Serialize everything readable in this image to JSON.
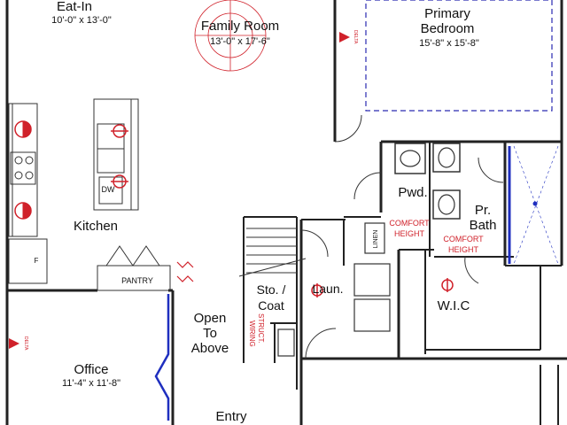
{
  "rooms": {
    "eat_in": {
      "name": "Eat-In",
      "dims": "10'-0\" x 13'-0\""
    },
    "family_room": {
      "name": "Family Room",
      "dims": "13'-0\" x 17'-6\""
    },
    "primary_bedroom": {
      "name_line1": "Primary",
      "name_line2": "Bedroom",
      "dims": "15'-8\" x 15'-8\""
    },
    "kitchen": {
      "name": "Kitchen"
    },
    "pantry": {
      "name": "PANTRY"
    },
    "pwd": {
      "name": "Pwd."
    },
    "pr_bath": {
      "name_line1": "Pr.",
      "name_line2": "Bath"
    },
    "sto_coat": {
      "name_line1": "Sto. /",
      "name_line2": "Coat"
    },
    "laun": {
      "name": "Laun."
    },
    "wic": {
      "name": "W.I.C"
    },
    "open_to_above": {
      "line1": "Open",
      "line2": "To",
      "line3": "Above"
    },
    "office": {
      "name": "Office",
      "dims": "11'-4\" x 11'-8\""
    },
    "entry": {
      "name": "Entry"
    }
  },
  "fixtures": {
    "dw": "DW",
    "f": "F",
    "linen": "LINEN"
  },
  "notes": {
    "comfort_height_1_l1": "COMFORT",
    "comfort_height_1_l2": "HEIGHT",
    "comfort_height_2_l1": "COMFORT",
    "comfort_height_2_l2": "HEIGHT",
    "struct_wiring_l1": "STRUCT.",
    "struct_wiring_l2": "WIRING",
    "delta_1": "DELTA",
    "delta_2": "DELTA"
  },
  "colors": {
    "wall": "#222222",
    "electrical": "#d0212a",
    "glass": "#1f2fbf",
    "dashed": "#2a2ab0"
  }
}
